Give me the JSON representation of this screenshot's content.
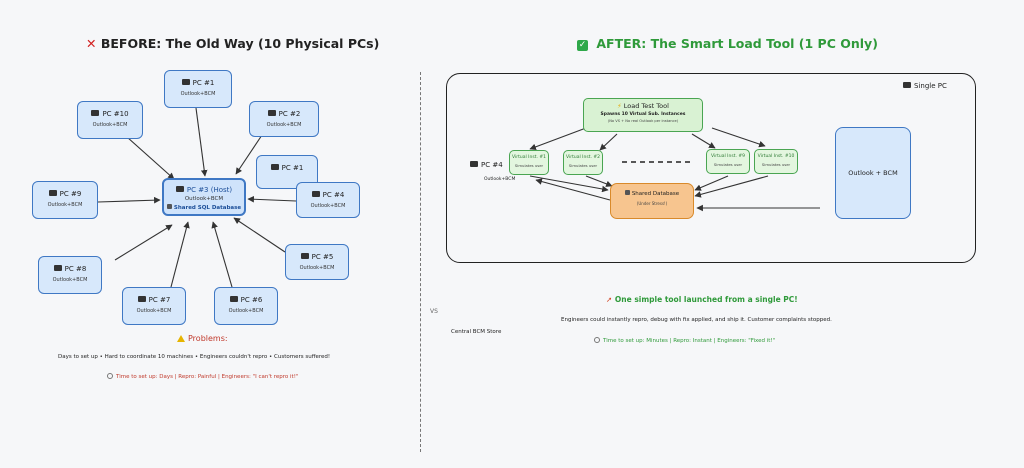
{
  "before": {
    "title": "BEFORE: The Old Way  (10 Physical PCs)",
    "host": {
      "name": "PC #3  (Host)",
      "line1": "Outlook+BCM",
      "line2": "Shared SQL Database"
    },
    "pcs": [
      {
        "name": "PC #1",
        "sub": "Outlook+BCM"
      },
      {
        "name": "PC #2",
        "sub": "Outlook+BCM"
      },
      {
        "name": "PC #1",
        "sub": ""
      },
      {
        "name": "PC #4",
        "sub": "Outlook+BCM"
      },
      {
        "name": "PC #5",
        "sub": "Outlook+BCM"
      },
      {
        "name": "PC #6",
        "sub": "Outlook+BCM"
      },
      {
        "name": "PC #7",
        "sub": "Outlook+BCM"
      },
      {
        "name": "PC #8",
        "sub": "Outlook+BCM"
      },
      {
        "name": "PC #9",
        "sub": "Outlook+BCM"
      },
      {
        "name": "PC #10",
        "sub": "Outlook+BCM"
      }
    ],
    "problems_title": "Problems:",
    "problems_text": "Days to set up  •  Hard to coordinate 10 machines  •  Engineers couldn't repro  •  Customers suffered!",
    "time_line": "Time to set up: Days  |  Repro: Painful  |  Engineers: \"I can't repro it!\""
  },
  "vs_label": "VS",
  "central_store": "Central BCM Store",
  "after": {
    "title": "AFTER: The Smart Load Tool  (1 PC Only)",
    "single_pc": "Single PC",
    "tool": {
      "name": "Load Test Tool",
      "line1": "Spawns 10 Virtual Sub. Instances",
      "line2": "(No VS + No real Outlook per instance)"
    },
    "pc4": {
      "name": "PC #4",
      "sub": "Outlook+BCM"
    },
    "instances": [
      {
        "name": "Virtual Inst. #1",
        "sub": "Simulates user"
      },
      {
        "name": "Virtual Inst. #2",
        "sub": "Simulates user"
      },
      {
        "name": "Virtual Inst. #9",
        "sub": "Simulates user"
      },
      {
        "name": "Virtual Inst. #10",
        "sub": "Simulates user"
      }
    ],
    "shared_db": {
      "name": "Shared Database",
      "sub": "(Under Stress!)"
    },
    "outlook_box": "Outlook + BCM",
    "headline": "One simple tool launched from a single PC!",
    "result_text": "Engineers could instantly repro, debug with fix applied, and ship it.  Customer complaints stopped.",
    "time_line": "Time to set up: Minutes  |  Repro: Instant  |  Engineers: \"Fixed it!\""
  },
  "colors": {
    "blue_border": "#3f78c4",
    "blue_fill": "#d7e8fb",
    "green_border": "#4aa552",
    "green_fill": "#e3f6df",
    "orange_border": "#d98a2b",
    "orange_fill": "#f7c58f",
    "red": "#d21f1f",
    "success_green": "#2f9a3a"
  },
  "icons": [
    "cross-mark-icon",
    "check-mark-icon",
    "computer-icon",
    "database-icon",
    "lightning-icon",
    "warning-icon",
    "clock-icon",
    "rocket-icon"
  ]
}
